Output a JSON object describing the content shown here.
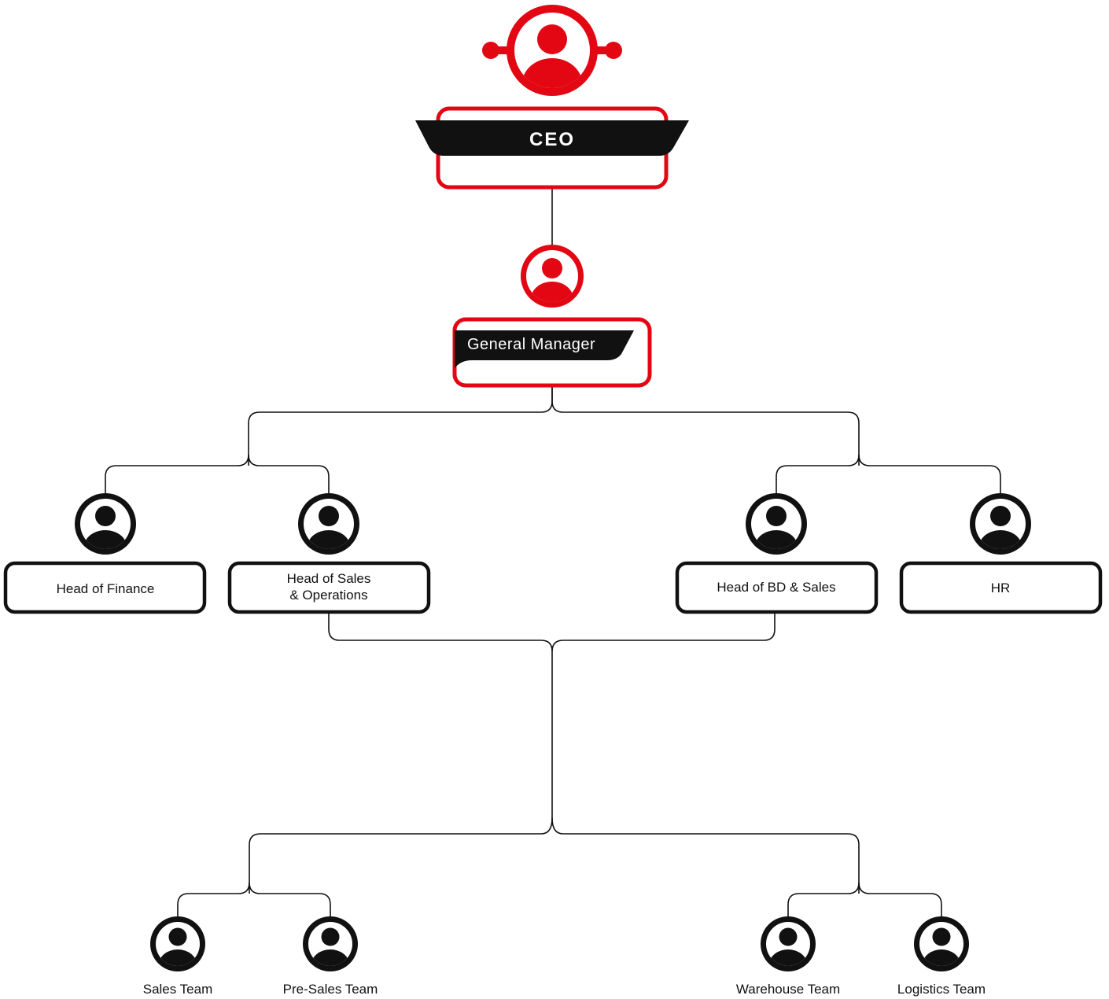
{
  "colors": {
    "accent": "#e30613",
    "ink": "#111111",
    "background": "#ffffff"
  },
  "icons": {
    "person": "person-avatar-icon"
  },
  "ceo": {
    "title": "CEO"
  },
  "general_manager": {
    "title": "General Manager"
  },
  "heads": {
    "finance": {
      "line1": "Head of Finance"
    },
    "sales_ops": {
      "line1": "Head of Sales",
      "line2": "& Operations"
    },
    "bd_sales": {
      "line1": "Head of BD & Sales"
    },
    "hr": {
      "line1": "HR"
    }
  },
  "teams": {
    "sales": "Sales Team",
    "presales": "Pre-Sales Team",
    "warehouse": "Warehouse Team",
    "logistics": "Logistics Team"
  }
}
